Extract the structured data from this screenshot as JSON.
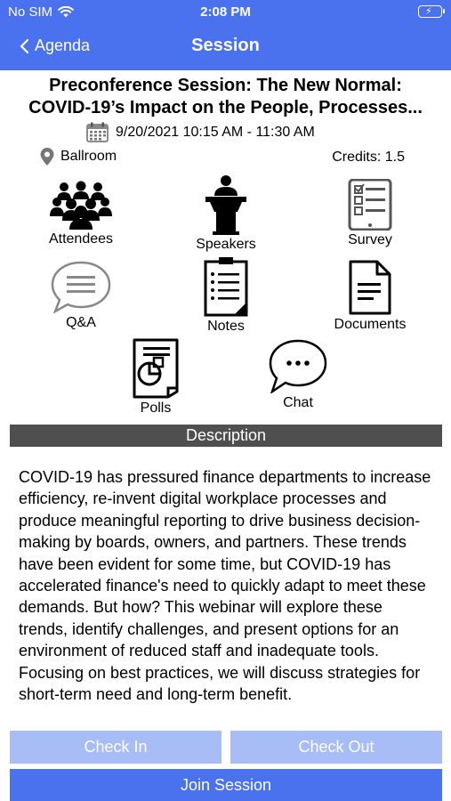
{
  "status_bar": {
    "carrier": "No SIM",
    "time": "2:08 PM"
  },
  "nav": {
    "back_label": "Agenda",
    "title": "Session"
  },
  "session": {
    "title_line1": "Preconference Session: The New Normal:",
    "title_line2": "COVID-19’s Impact on the People, Processes...",
    "datetime": "9/20/2021 10:15 AM - 11:30 AM",
    "location": "Ballroom",
    "credits": "Credits: 1.5"
  },
  "tiles": {
    "attendees": "Attendees",
    "speakers": "Speakers",
    "survey": "Survey",
    "qa": "Q&A",
    "notes": "Notes",
    "documents": "Documents",
    "polls": "Polls",
    "chat": "Chat"
  },
  "description": {
    "header": "Description",
    "text": "COVID-19 has pressured finance departments to increase efficiency, re-invent digital workplace processes and produce meaningful reporting to drive business decision-making by boards, owners, and partners. These trends have been evident for some time, but COVID-19 has accelerated finance's need to quickly adapt to meet these demands. But how? This webinar will explore these trends, identify challenges, and present options for an environment of reduced staff and inadequate tools. Focusing on best practices, we will discuss strategies for short-term need and long-term benefit."
  },
  "buttons": {
    "check_in": "Check In",
    "check_out": "Check Out",
    "join": "Join Session"
  },
  "colors": {
    "brand_blue": "#4a72ee",
    "disabled_blue": "#a8bcf6",
    "header_gray": "#4f4f4f"
  }
}
